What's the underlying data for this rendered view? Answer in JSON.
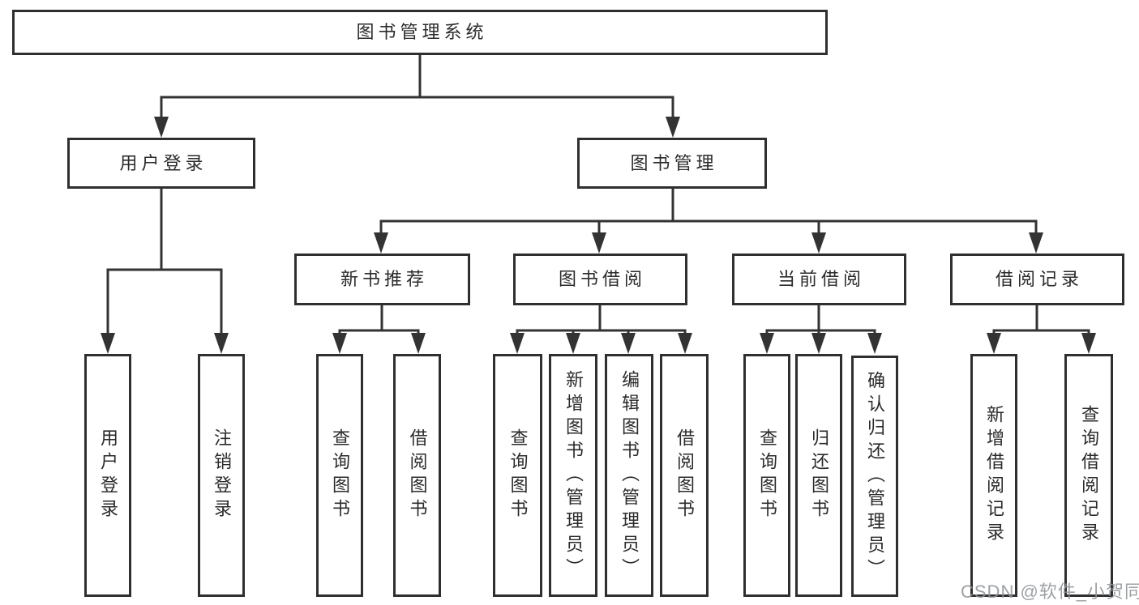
{
  "diagram": {
    "root": "图书管理系统",
    "branches": [
      {
        "label": "用户登录",
        "leaves": [
          "用户登录",
          "注销登录"
        ]
      },
      {
        "label": "图书管理",
        "sections": [
          {
            "label": "新书推荐",
            "leaves": [
              "查询图书",
              "借阅图书"
            ]
          },
          {
            "label": "图书借阅",
            "leaves": [
              "查询图书",
              "新增图书（管理员）",
              "编辑图书（管理员）",
              "借阅图书"
            ]
          },
          {
            "label": "当前借阅",
            "leaves": [
              "查询图书",
              "归还图书",
              "确认归还（管理员）"
            ]
          },
          {
            "label": "借阅记录",
            "leaves": [
              "新增借阅记录",
              "查询借阅记录"
            ]
          }
        ]
      }
    ]
  },
  "watermark": "CSDN @软件_小贺同学",
  "colors": {
    "line": "#333333",
    "box_border": "#2f2f2f",
    "text": "#2b2b2b",
    "watermark": "#8f9499",
    "background": "#ffffff"
  }
}
